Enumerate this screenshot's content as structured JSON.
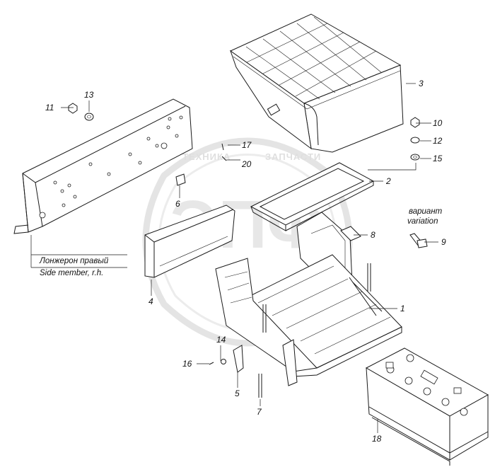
{
  "watermark": {
    "logo": "ЭПФ",
    "left_word": "ТЕХНИКА",
    "right_word": "ЗАПЧАСТИ"
  },
  "callouts": {
    "c1": "1",
    "c2": "2",
    "c3": "3",
    "c4": "4",
    "c5": "5",
    "c6": "6",
    "c7": "7",
    "c8": "8",
    "c9": "9",
    "c10": "10",
    "c11": "11",
    "c12": "12",
    "c13": "13",
    "c14": "14",
    "c15": "15",
    "c16": "16",
    "c17": "17",
    "c18": "18",
    "c20": "20"
  },
  "variant_note": {
    "ru": "вариант",
    "en": "variation"
  },
  "side_member": {
    "ru": "Лонжерон правый",
    "en": "Side member, r.h."
  }
}
